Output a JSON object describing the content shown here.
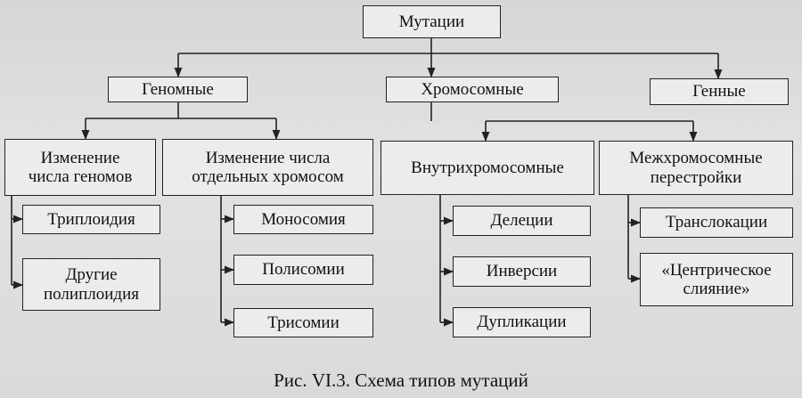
{
  "root": "Мутации",
  "level1": {
    "genomic": "Геномные",
    "chromosomal": "Хромосомные",
    "gene": "Генные"
  },
  "level2": {
    "genome_count": [
      "Изменение",
      "числа геномов"
    ],
    "chromosome_count": [
      "Изменение числа",
      "отдельных хромосом"
    ],
    "intra": "Внутрихромосомные",
    "inter": [
      "Межхромосомные",
      "перестройки"
    ]
  },
  "leaves": {
    "triploidy": "Триплоидия",
    "polyploidy": [
      "Другие",
      "полиплоидия"
    ],
    "monosomy": "Моносомия",
    "polysomy": "Полисомии",
    "trisomy": "Трисомии",
    "deletions": "Делеции",
    "inversions": "Инверсии",
    "duplications": "Дупликации",
    "translocations": "Транслокации",
    "centric_fusion": [
      "«Центрическое",
      "слияние»"
    ]
  },
  "caption": "Рис. VI.3. Схема типов мутаций"
}
